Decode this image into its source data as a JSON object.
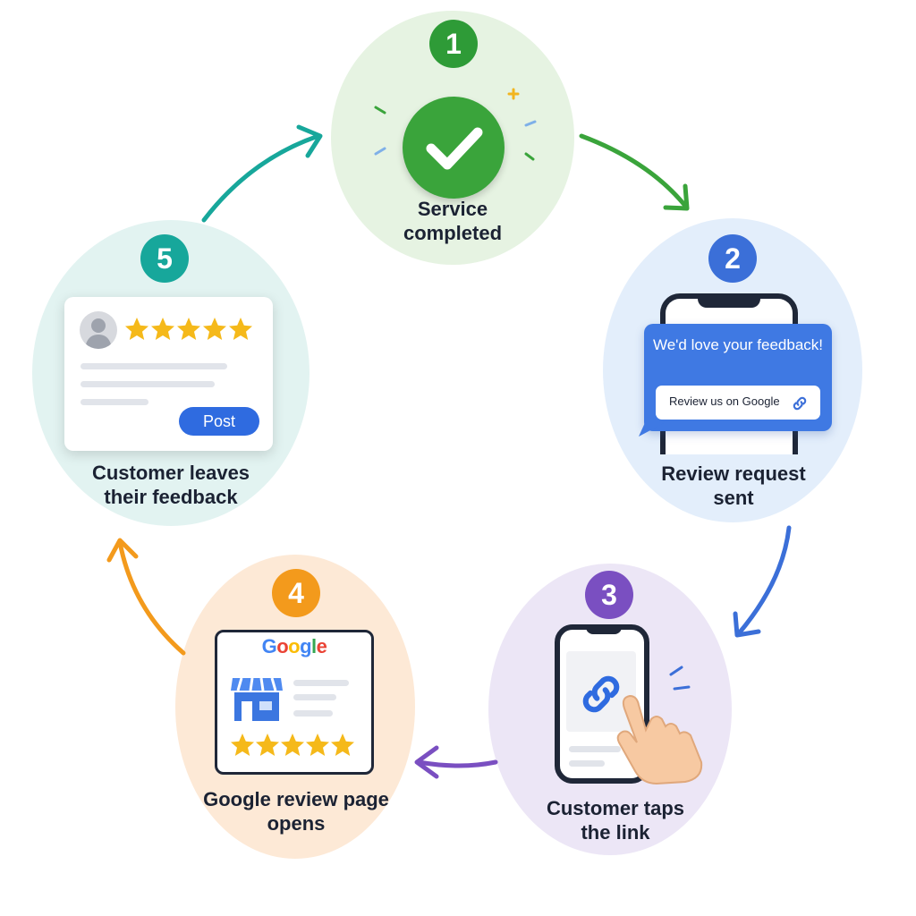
{
  "steps": [
    {
      "number": "1",
      "label": "Service completed",
      "color": "#2e9b37",
      "icon": "check-icon"
    },
    {
      "number": "2",
      "label": "Review request sent",
      "color": "#3b6fd8",
      "icon": "phone-message-icon",
      "message": "We'd love your feedback!",
      "button_text": "Review us on Google"
    },
    {
      "number": "3",
      "label": "Customer taps the link",
      "color": "#7a4fc1",
      "icon": "link-tap-icon"
    },
    {
      "number": "4",
      "label": "Google review page opens",
      "color": "#f39a1c",
      "icon": "google-store-icon",
      "brand": "Google",
      "stars": 5
    },
    {
      "number": "5",
      "label": "Customer leaves their feedback",
      "color": "#17a79b",
      "icon": "review-card-icon",
      "stars": 5,
      "post_button": "Post"
    }
  ],
  "arrow_colors": [
    "#3aa43b",
    "#3b6fd8",
    "#7a4fc1",
    "#f39a1c",
    "#17a79b"
  ]
}
